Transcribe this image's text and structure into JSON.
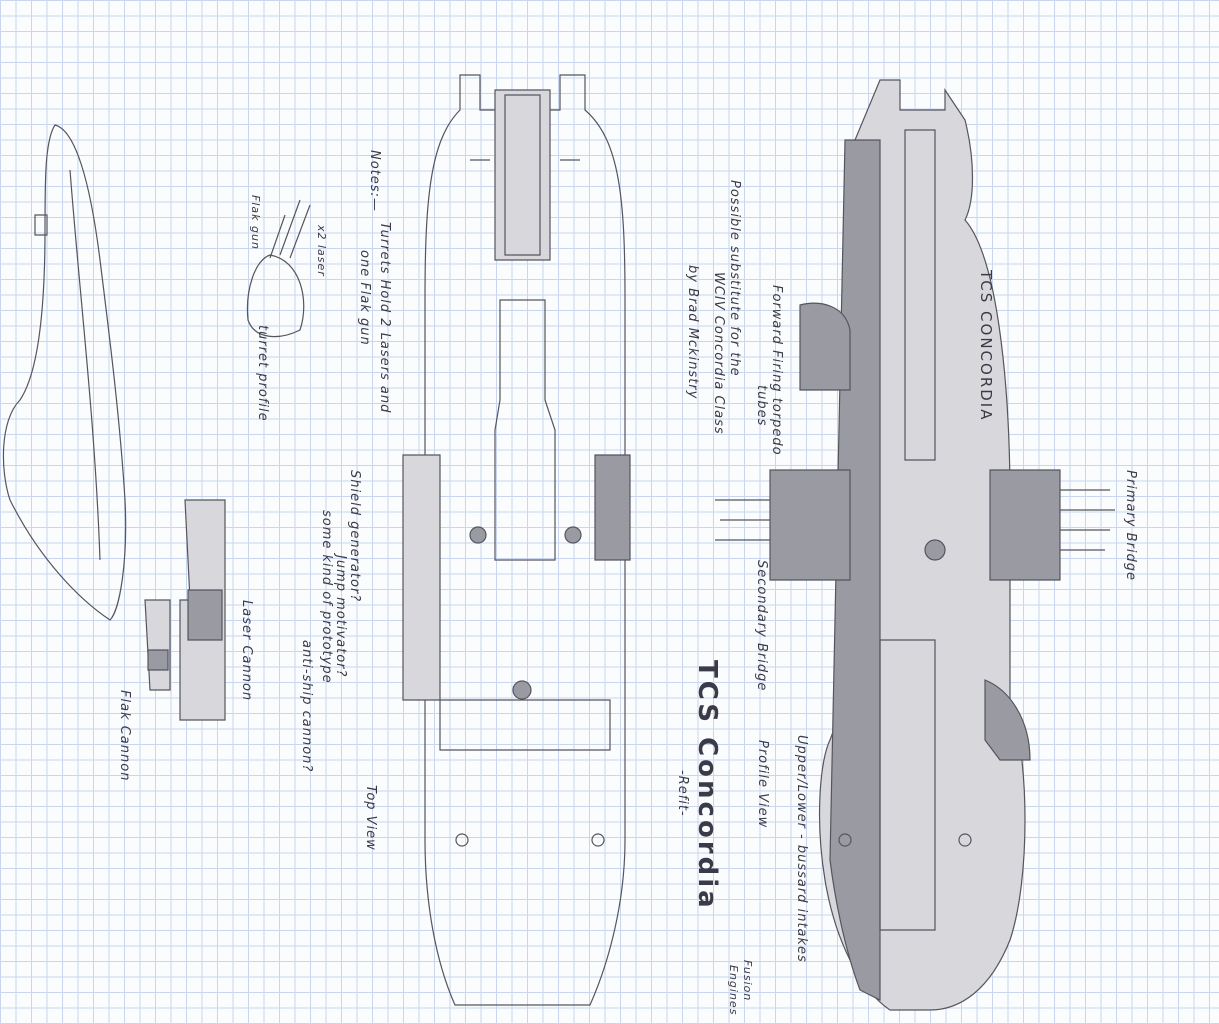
{
  "title": {
    "name": "TCS Concordia",
    "subtitle": "-Refit-"
  },
  "credits": {
    "line1": "Possible substitute for the",
    "line2": "WCIV Concordia Class",
    "line3": "by Brad Mckinstry"
  },
  "notes": {
    "heading": "Notes:—",
    "turrets_line1": "Turrets Hold 2 Lasers and",
    "turrets_line2": "one Flak gun",
    "question1": "Shield generator?",
    "question2": "Jump motivator?",
    "question3": "some kind of prototype",
    "question4": "anti-ship cannon?"
  },
  "views": {
    "top": "Top View",
    "profile": "Profile View"
  },
  "callouts": {
    "torpedo_line1": "Forward Firing torpedo",
    "torpedo_line2": "tubes",
    "hull_name": "TCS CONCORDIA",
    "secondary_bridge": "Secondary Bridge",
    "primary_bridge": "Primary Bridge",
    "intakes": "Upper/Lower - bussard intakes",
    "engines_line1": "Fusion",
    "engines_line2": "Engines"
  },
  "turret": {
    "laser": "x2 laser",
    "flak": "Flak gun",
    "profile": "turret profile"
  },
  "weapons": {
    "laser_cannon": "Laser Cannon",
    "flak_cannon": "Flak Cannon"
  }
}
